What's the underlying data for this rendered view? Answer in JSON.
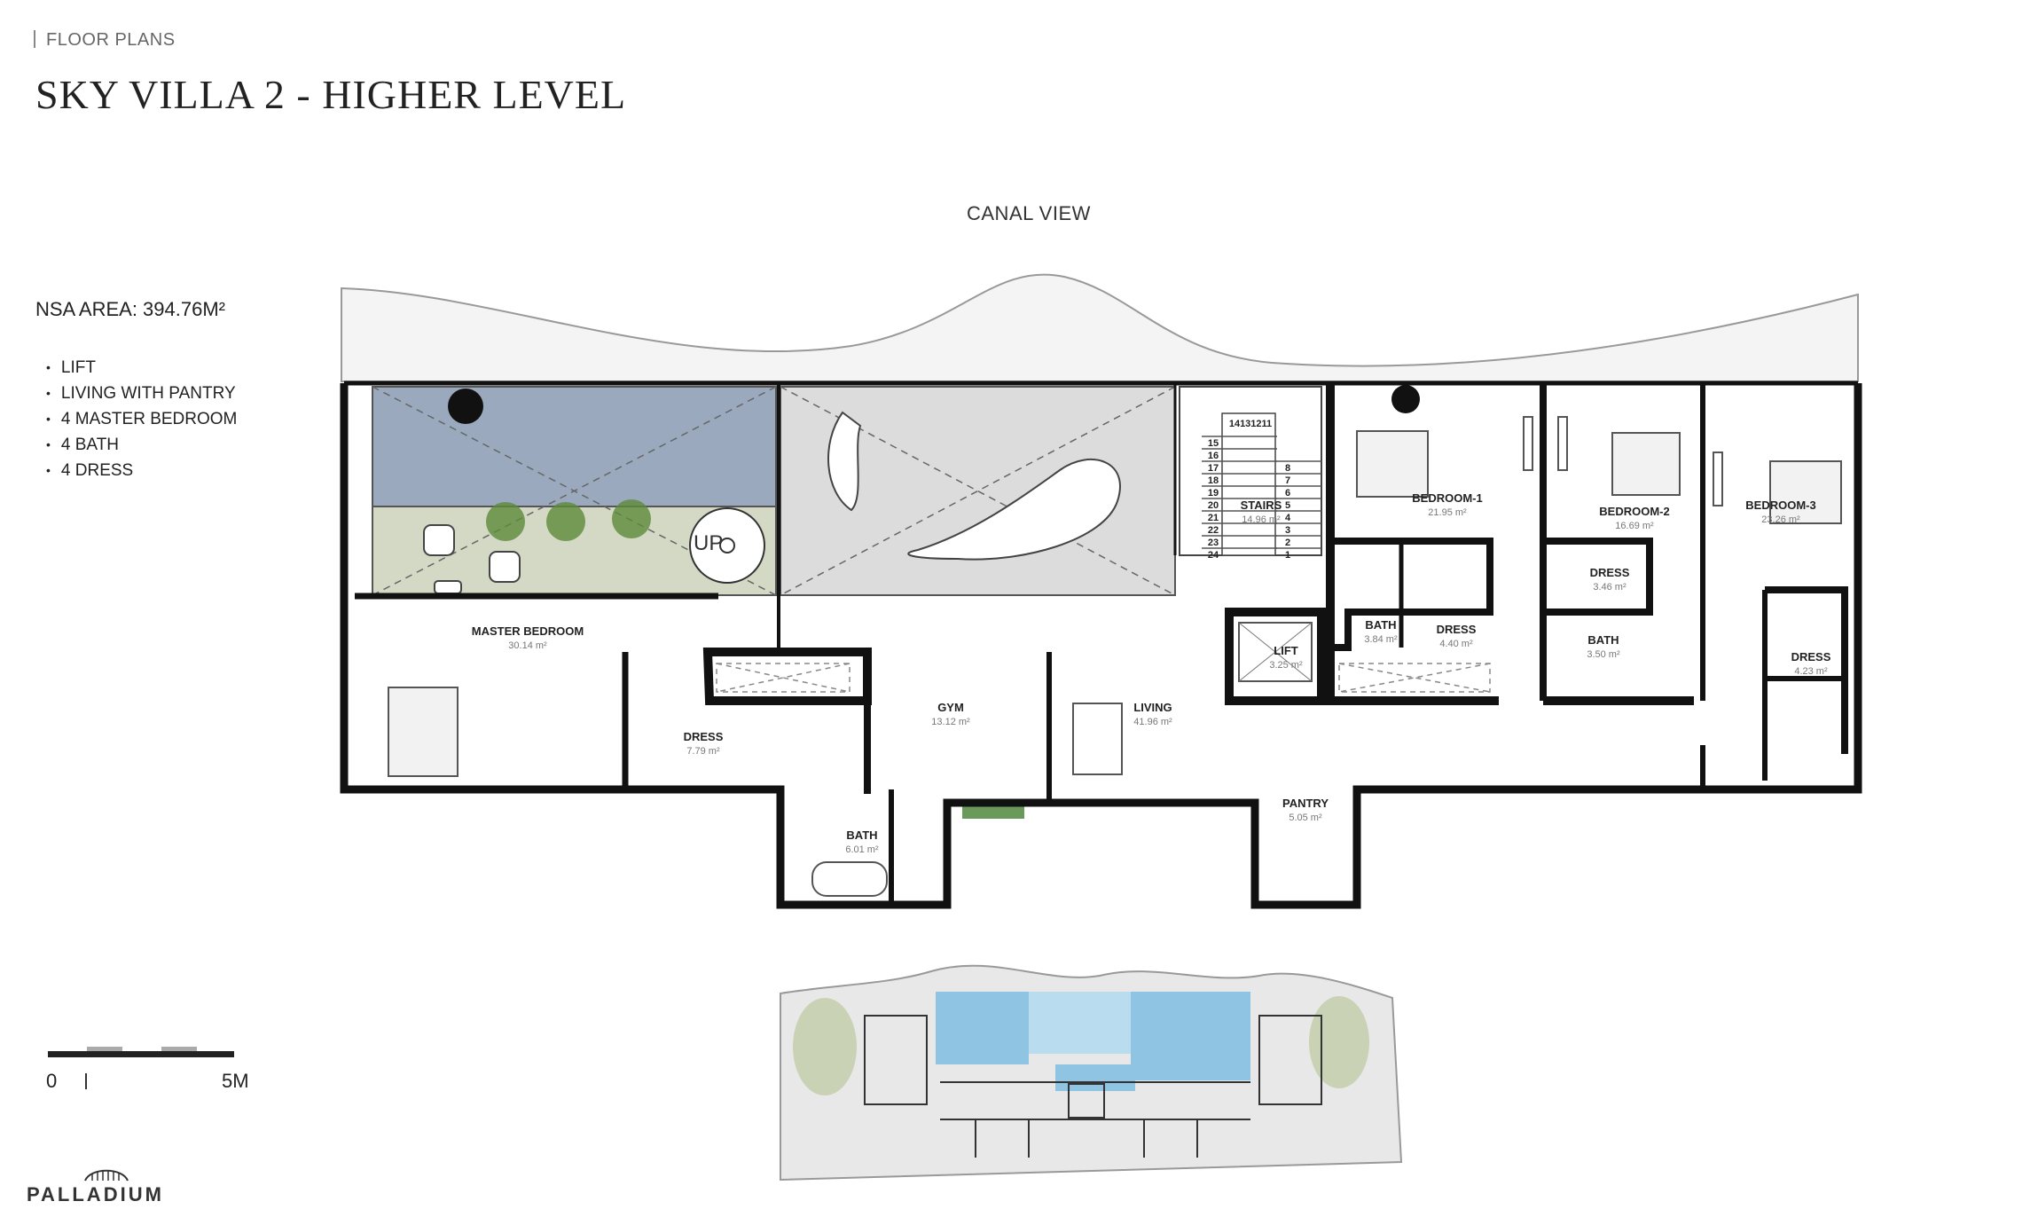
{
  "header": {
    "section": "FLOOR PLANS",
    "title": "SKY VILLA 2 - HIGHER LEVEL"
  },
  "summary": {
    "area": "NSA AREA: 394.76M²"
  },
  "features": [
    "LIFT",
    "LIVING WITH PANTRY",
    "4 MASTER BEDROOM",
    "4 BATH",
    "4 DRESS"
  ],
  "orientation": "CANAL VIEW",
  "rooms": {
    "master_bedroom": {
      "name": "MASTER BEDROOM",
      "area": "30.14 m²"
    },
    "dress_master": {
      "name": "DRESS",
      "area": "7.79 m²"
    },
    "bath_master": {
      "name": "BATH",
      "area": "6.01 m²"
    },
    "gym": {
      "name": "GYM",
      "area": "13.12 m²"
    },
    "living": {
      "name": "LIVING",
      "area": "41.96 m²"
    },
    "stairs": {
      "name": "STAIRS",
      "area": "14.96 m²"
    },
    "lift": {
      "name": "LIFT",
      "area": "3.25 m²"
    },
    "pantry": {
      "name": "PANTRY",
      "area": "5.05 m²"
    },
    "bedroom1": {
      "name": "BEDROOM-1",
      "area": "21.95 m²"
    },
    "bath1": {
      "name": "BATH",
      "area": "3.84 m²"
    },
    "dress1": {
      "name": "DRESS",
      "area": "4.40 m²"
    },
    "bedroom2": {
      "name": "BEDROOM-2",
      "area": "16.69 m²"
    },
    "dress2": {
      "name": "DRESS",
      "area": "3.46 m²"
    },
    "bath2": {
      "name": "BATH",
      "area": "3.50 m²"
    },
    "bedroom3": {
      "name": "BEDROOM-3",
      "area": "23.26 m²"
    },
    "dress3": {
      "name": "DRESS",
      "area": "4.23 m²"
    }
  },
  "stair_up_label": "UP",
  "stair_steps_top": "14131211",
  "stair_steps_left": [
    "15",
    "16",
    "17",
    "18",
    "19",
    "20",
    "21",
    "22",
    "23",
    "24"
  ],
  "stair_steps_right": [
    "8",
    "7",
    "6",
    "5",
    "4",
    "3",
    "2",
    "1"
  ],
  "scale": {
    "start": "0",
    "end": "5M"
  },
  "brand": "PALLADIUM",
  "colors": {
    "wall": "#111111",
    "pool": "#9aa9bd",
    "terrace": "#d3d9c4",
    "void": "#dcdcdc",
    "highlight": "#8fc4e3"
  }
}
